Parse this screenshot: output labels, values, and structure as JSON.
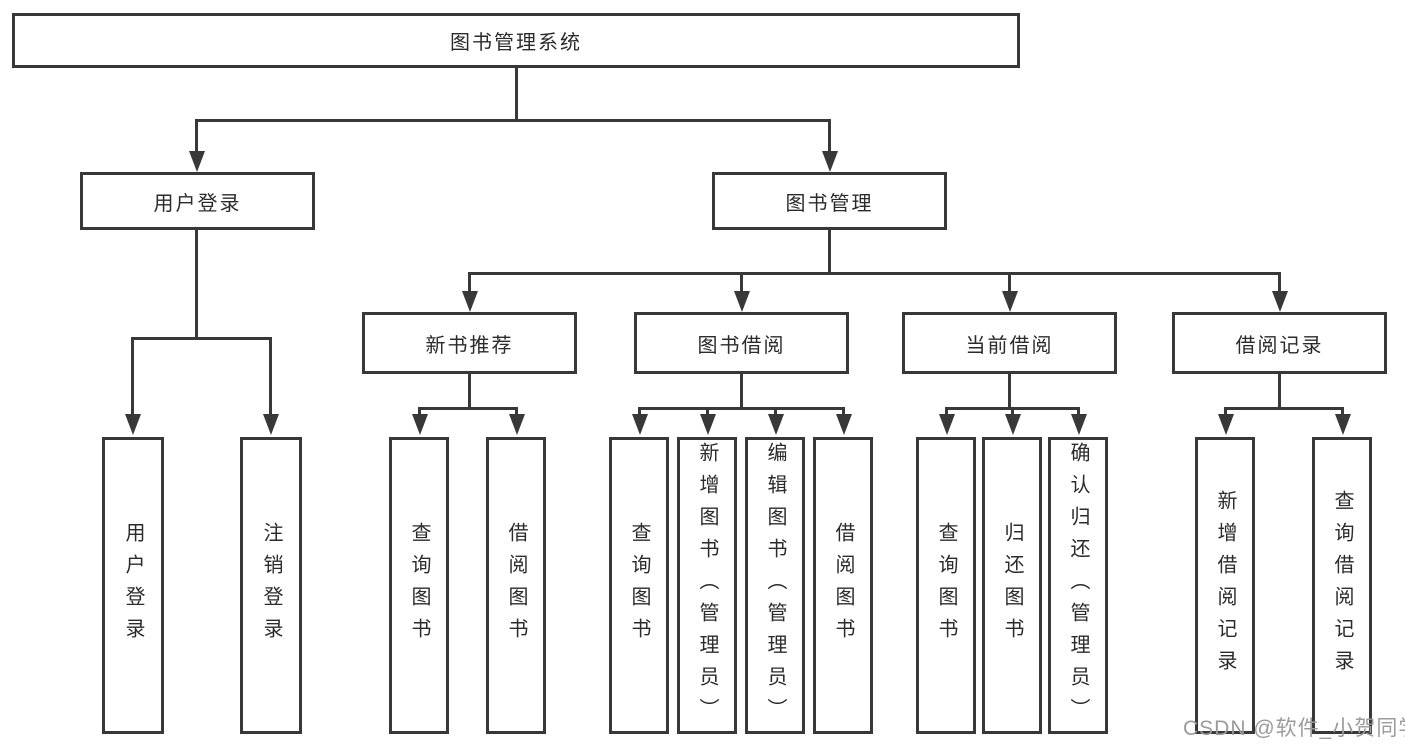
{
  "tree": {
    "root": "图书管理系统",
    "level2": [
      {
        "label": "用户登录",
        "children": [
          "用户登录",
          "注销登录"
        ]
      },
      {
        "label": "图书管理"
      }
    ],
    "level3": [
      {
        "label": "新书推荐",
        "children": [
          "查询图书",
          "借阅图书"
        ]
      },
      {
        "label": "图书借阅",
        "children": [
          "查询图书",
          "新增图书（管理员）",
          "编辑图书（管理员）",
          "借阅图书"
        ]
      },
      {
        "label": "当前借阅",
        "children": [
          "查询图书",
          "归还图书",
          "确认归还（管理员）"
        ]
      },
      {
        "label": "借阅记录",
        "children": [
          "新增借阅记录",
          "查询借阅记录"
        ]
      }
    ]
  },
  "watermark": "CSDN @软件_小贺同学",
  "colors": {
    "line": "#383838",
    "text": "#2b2b2b",
    "watermark": "#9b9b9b",
    "bg": "#ffffff"
  }
}
